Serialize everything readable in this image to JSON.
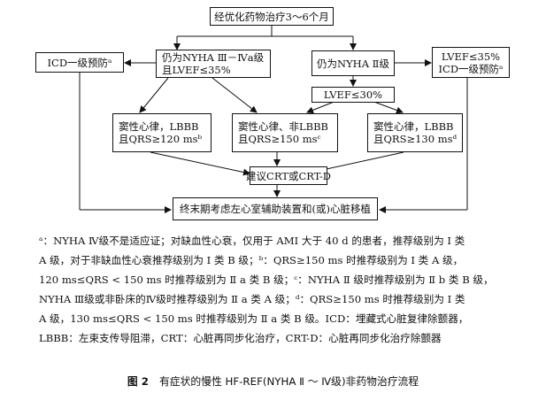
{
  "boxes": {
    "top": "经优化药物治疗3～6个月",
    "icd_left": "ICD一级预防ᵃ",
    "mid_left_1": "仍为NYHA Ⅲ－Ⅳa级",
    "mid_left_2": "且LVEF≤35%",
    "mid_right": "仍为NYHA Ⅱ级",
    "icd_right_1": "LVEF≤35%",
    "icd_right_2": "ICD一级预防ᵃ",
    "lvef30": "LVEF≤30%",
    "sinus_a_1": "窦性心律，LBBB",
    "sinus_a_2": "且QRS≥120 msᵇ",
    "sinus_b_1": "窦性心律、非LBBB",
    "sinus_b_2": "且QRS≥150 msᶜ",
    "sinus_c_1": "窦性心律，LBBB",
    "sinus_c_2": "且QRS≥130 msᵈ",
    "crt": "建议CRT或CRT-D",
    "final": "终末期考虑左心室辅助装置和(或)心脏移植"
  },
  "footnotes": [
    "ᵃ：NYHA Ⅳ级不是适应证；对缺血性心衰，仅用于 AMI 大于 40 d 的患者，推荐级别为 Ⅰ 类",
    "A 级，对于非缺血性心衰推荐级别为 Ⅰ 类 B 级；ᵇ：QRS≥150 ms 时推荐级别为 Ⅰ 类 A 级，",
    "120 ms≤QRS < 150 ms 时推荐级别为 Ⅱ a 类 B 级；ᶜ：NYHA Ⅱ 级时推荐级别为 Ⅱ b 类 B 级，",
    "NYHA Ⅲ级或非卧床的Ⅳ级时推荐级别为 Ⅱ a 类 A 级；ᵈ：QRS≥150 ms 时推荐级别为 Ⅰ 类",
    "A 级，130 ms≤QRS < 150 ms 时推荐级别为 Ⅱ a 类 B 级。ICD：埋藏式心脏复律除颤器，",
    "LBBB：左束支传导阻滞，CRT：心脏再同步化治疗，CRT-D：心脏再同步化治疗除颤器"
  ],
  "caption": {
    "label": "图 2",
    "text": "有症状的慢性 HF-REF(NYHA Ⅱ ～ Ⅳ级)非药物治疗流程"
  }
}
